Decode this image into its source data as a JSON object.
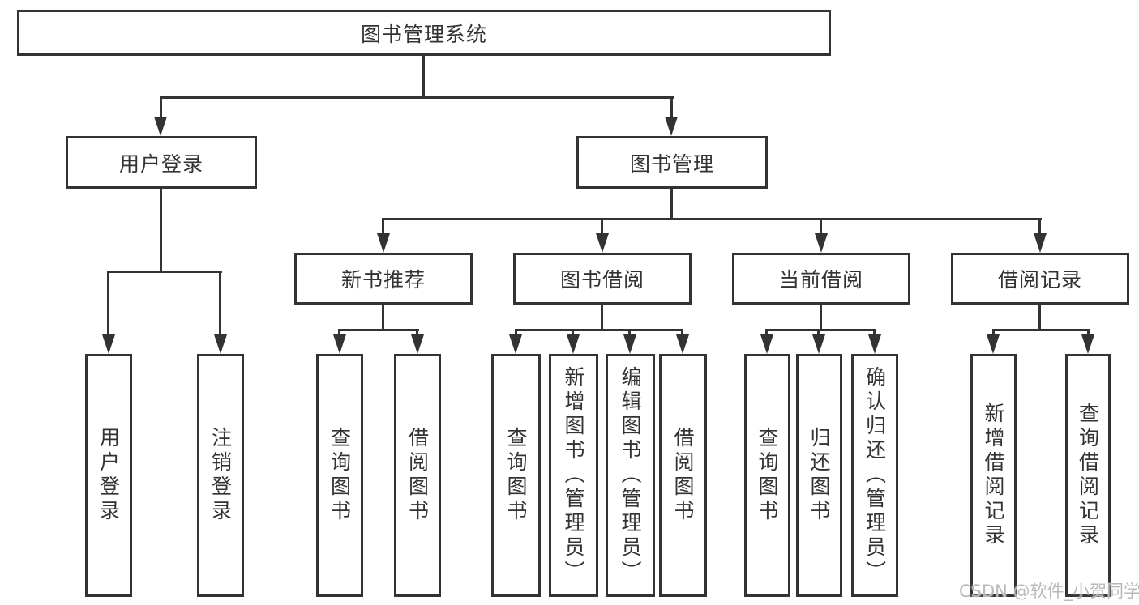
{
  "diagram": {
    "root": {
      "label": "图书管理系统"
    },
    "level2": {
      "user_login": {
        "label": "用户登录"
      },
      "book_mgmt": {
        "label": "图书管理"
      }
    },
    "level3": {
      "new_books": {
        "label": "新书推荐"
      },
      "book_borrow": {
        "label": "图书借阅"
      },
      "current_borrow": {
        "label": "当前借阅"
      },
      "borrow_records": {
        "label": "借阅记录"
      }
    },
    "leaves": {
      "user_login": {
        "label": "用户登录"
      },
      "logout": {
        "label": "注销登录"
      },
      "rec_search": {
        "label": "查询图书"
      },
      "rec_borrow": {
        "label": "借阅图书"
      },
      "bb_search": {
        "label": "查询图书"
      },
      "bb_add": {
        "label": "新增图书（管理员）"
      },
      "bb_edit": {
        "label": "编辑图书（管理员）"
      },
      "bb_borrow": {
        "label": "借阅图书"
      },
      "cb_search": {
        "label": "查询图书"
      },
      "cb_return": {
        "label": "归还图书"
      },
      "cb_confirm": {
        "label": "确认归还（管理员）"
      },
      "br_add": {
        "label": "新增借阅记录"
      },
      "br_search": {
        "label": "查询借阅记录"
      }
    },
    "colors": {
      "line": "#333333",
      "background": "#ffffff",
      "watermark_text": "#b9b9b9"
    }
  },
  "watermark": {
    "text": "CSDN @软件_小贺同学"
  }
}
